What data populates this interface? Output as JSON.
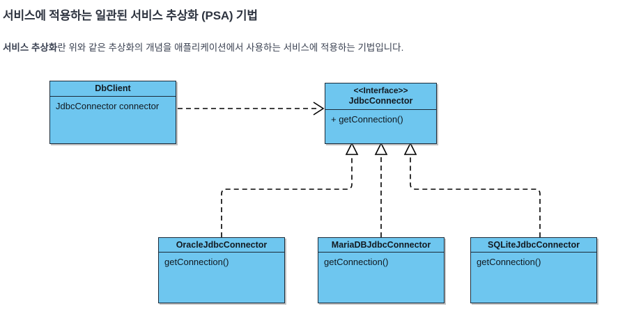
{
  "page": {
    "title": "서비스에 적용하는 일관된 서비스 추상화 (PSA) 기법",
    "subtitle_strong": "서비스 추상화",
    "subtitle_rest": "란 위와 같은 추상화의 개념을 애플리케이션에서 사용하는 서비스에 적용하는 기법입니다."
  },
  "diagram": {
    "type": "uml-class-diagram",
    "colors": {
      "box_fill": "#6ec6ef",
      "box_border": "#1b2a38",
      "connector": "#000000",
      "title_text": "#2e3440"
    },
    "classes": [
      {
        "id": "db-client",
        "name": "DbClient",
        "stereotype": "",
        "members": [
          "JdbcConnector connector"
        ]
      },
      {
        "id": "jdbc-connector",
        "name": "JdbcConnector",
        "stereotype": "<<Interface>>",
        "members": [
          "+ getConnection()"
        ]
      },
      {
        "id": "oracle-jdbc-connector",
        "name": "OracleJdbcConnector",
        "stereotype": "",
        "members": [
          "getConnection()"
        ]
      },
      {
        "id": "mariadb-jdbc-connector",
        "name": "MariaDBJdbcConnector",
        "stereotype": "",
        "members": [
          "getConnection()"
        ]
      },
      {
        "id": "sqlite-jdbc-connector",
        "name": "SQLiteJdbcConnector",
        "stereotype": "",
        "members": [
          "getConnection()"
        ]
      }
    ],
    "relations": [
      {
        "id": "dependency-dbclient-jdbcconnector",
        "from": "db-client",
        "to": "jdbc-connector",
        "kind": "dependency",
        "style": "dashed",
        "arrow": "open-arrow"
      },
      {
        "id": "realization-oracle",
        "from": "oracle-jdbc-connector",
        "to": "jdbc-connector",
        "kind": "realization",
        "style": "dashed",
        "arrow": "hollow-triangle"
      },
      {
        "id": "realization-mariadb",
        "from": "mariadb-jdbc-connector",
        "to": "jdbc-connector",
        "kind": "realization",
        "style": "dashed",
        "arrow": "hollow-triangle"
      },
      {
        "id": "realization-sqlite",
        "from": "sqlite-jdbc-connector",
        "to": "jdbc-connector",
        "kind": "realization",
        "style": "dashed",
        "arrow": "hollow-triangle"
      }
    ]
  }
}
